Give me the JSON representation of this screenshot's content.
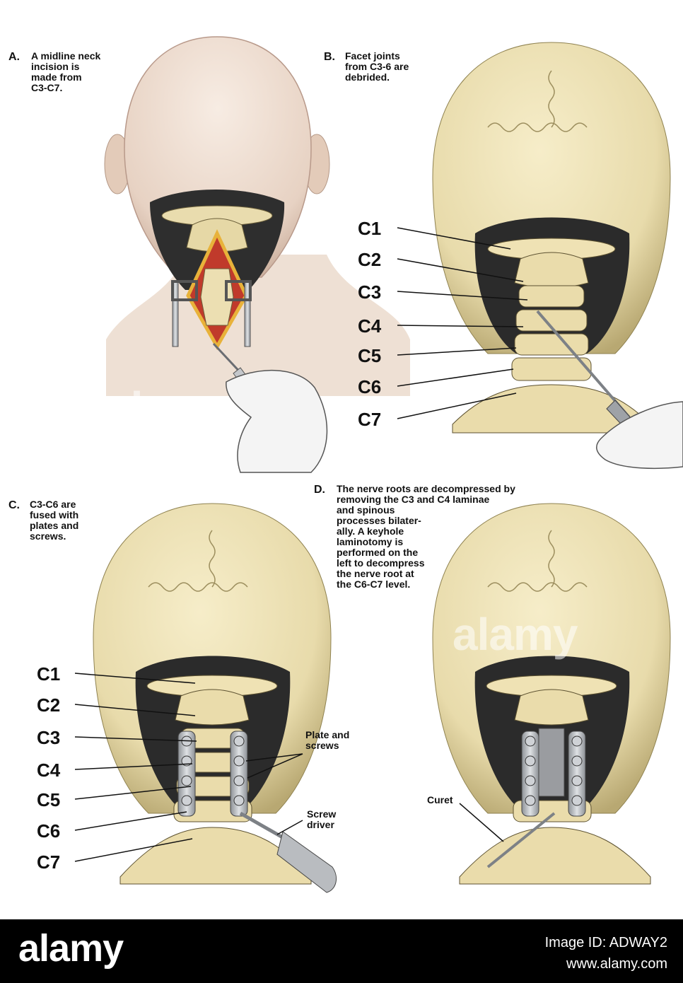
{
  "colors": {
    "bone": "#efe2b4",
    "bone_shadow": "#b9a970",
    "skin": "#ecdccf",
    "dark_tissue": "#2b2b2b",
    "incision_red": "#b3261e",
    "metal": "#b5b8bc",
    "glove": "#f2f2f2",
    "footer_bg": "#000000"
  },
  "panels": [
    {
      "letter": "A.",
      "caption": "A midline neck\nincision is\nmade from\nC3-C7.",
      "icon": "scalpel-icon"
    },
    {
      "letter": "B.",
      "caption": "Facet joints\nfrom C3-6 are\ndebrided.",
      "icon": "curet-icon",
      "vertebra_labels": [
        "C1",
        "C2",
        "C3",
        "C4",
        "C5",
        "C6",
        "C7"
      ]
    },
    {
      "letter": "C.",
      "caption": "C3-C6 are\nfused with\nplates and\nscrews.",
      "icon": "screwdriver-icon",
      "vertebra_labels": [
        "C1",
        "C2",
        "C3",
        "C4",
        "C5",
        "C6",
        "C7"
      ],
      "plate_label": "Plate and\nscrews",
      "tool_label": "Screw\ndriver"
    },
    {
      "letter": "D.",
      "caption": "The nerve roots are decompressed by\nremoving the C3 and C4 laminae\nand spinous\nprocesses bilater-\nally.  A keyhole\nlaminotomy is\nperformed on the\nleft to decompress\nthe nerve root at\nthe C6-C7 level.",
      "tool_label": "Curet"
    }
  ],
  "watermark": {
    "text": "alamy",
    "count": 2
  },
  "footer": {
    "logo": "alamy",
    "image_id": "Image ID: ADWAY2",
    "url": "www.alamy.com"
  }
}
